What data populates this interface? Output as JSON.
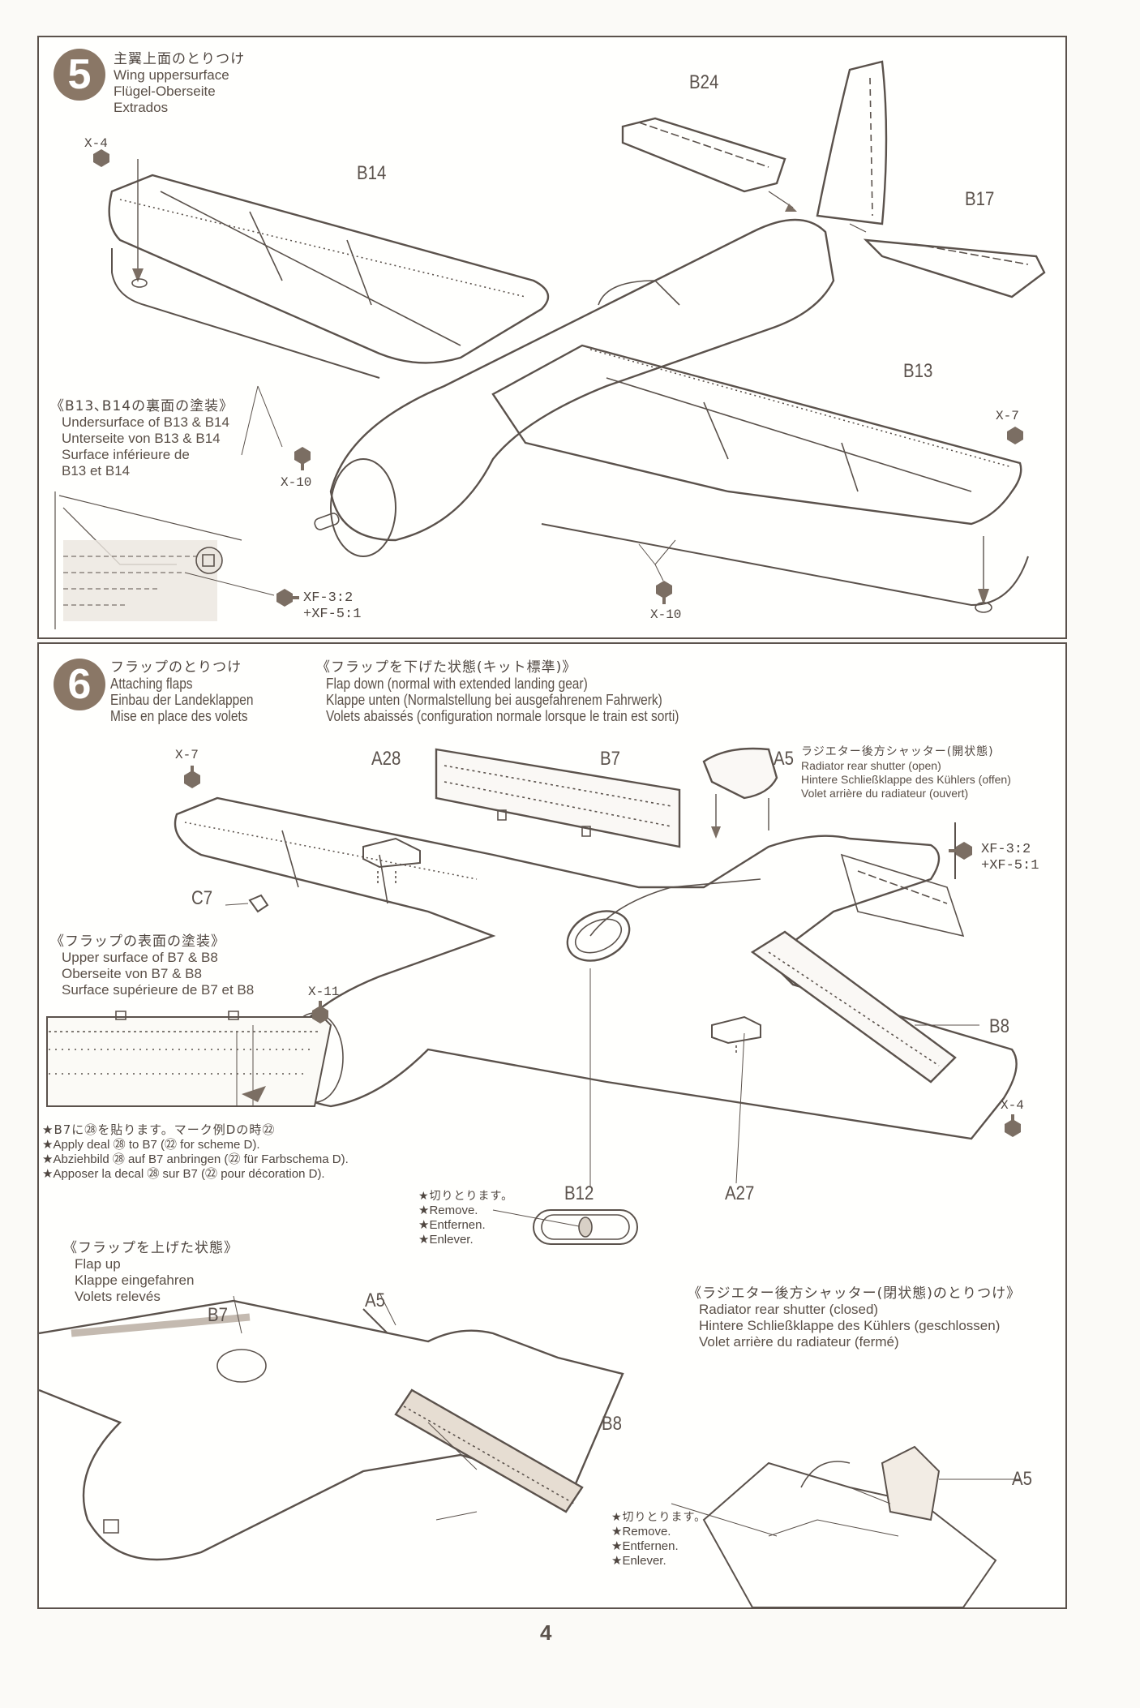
{
  "page_number": "4",
  "colors": {
    "badge": "#8a7766",
    "frame": "#5b524c",
    "paint_chip": "#7b6e63",
    "highlight": "#e6ddd2"
  },
  "step5": {
    "number": "5",
    "title_jp": "主翼上面のとりつけ",
    "title_en": "Wing uppersurface",
    "title_de": "Flügel-Oberseite",
    "title_fr": "Extrados",
    "part_labels": [
      "B24",
      "B14",
      "B17",
      "B13"
    ],
    "paint_codes": {
      "x4": "X-4",
      "x7": "X-7",
      "x10_left": "X-10",
      "x10_right": "X-10"
    },
    "underside_note": {
      "jp": "《B13､B14の裏面の塗装》",
      "en": "Undersurface of B13 & B14",
      "de": "Unterseite von B13 & B14",
      "fr1": "Surface inférieure de",
      "fr2": "B13 et B14",
      "mix1": "XF-3:2",
      "mix2": "+XF-5:1"
    }
  },
  "step6": {
    "number": "6",
    "title_jp": "フラップのとりつけ",
    "title_en": "Attaching flaps",
    "title_de": "Einbau der Landeklappen",
    "title_fr": "Mise en place des volets",
    "flap_down": {
      "jp": "《フラップを下げた状態(キット標準)》",
      "en": "Flap down (normal with extended landing gear)",
      "de": "Klappe unten (Normalstellung bei ausgefahrenem Fahrwerk)",
      "fr": "Volets abaissés (configuration normale lorsque le train est sorti)"
    },
    "radiator_open": {
      "jp": "ラジエター後方シャッター(開状態)",
      "en": "Radiator rear shutter (open)",
      "de": "Hintere Schließklappe des Kühlers (offen)",
      "fr": "Volet arrière du radiateur (ouvert)",
      "mix1": "XF-3:2",
      "mix2": "+XF-5:1"
    },
    "part_labels": {
      "a28": "A28",
      "b7": "B7",
      "a5": "A5",
      "c7": "C7",
      "b8": "B8",
      "b12": "B12",
      "a27": "A27"
    },
    "paint_codes": {
      "x7": "X-7",
      "x11": "X-11",
      "x4": "X-4"
    },
    "flap_paint_note": {
      "jp": "《フラップの表面の塗装》",
      "en": "Upper surface of B7 & B8",
      "de": "Oberseite von B7 & B8",
      "fr": "Surface supérieure de B7 et B8"
    },
    "decal_note": {
      "jp": "★B7に㉘を貼ります。マーク例Dの時㉒",
      "en": "★Apply deal ㉘ to B7 (㉒ for scheme D).",
      "de": "★Abziehbild ㉘ auf B7 anbringen (㉒ für Farbschema D).",
      "fr": "★Apposer la decal ㉘ sur B7 (㉒ pour décoration D)."
    },
    "remove_note_1": {
      "jp": "★切りとります。",
      "en": "★Remove.",
      "de": "★Entfernen.",
      "fr": "★Enlever."
    },
    "flap_up": {
      "jp": "《フラップを上げた状態》",
      "en": "Flap up",
      "de": "Klappe eingefahren",
      "fr": "Volets relevés",
      "labels": {
        "b7": "B7",
        "a5": "A5",
        "b8": "B8"
      }
    },
    "remove_note_2": {
      "jp": "★切りとります。",
      "en": "★Remove.",
      "de": "★Entfernen.",
      "fr": "★Enlever."
    },
    "radiator_closed": {
      "jp": "《ラジエター後方シャッター(閉状態)のとりつけ》",
      "en": "Radiator rear shutter (closed)",
      "de": "Hintere Schließklappe des Kühlers (geschlossen)",
      "fr": "Volet arrière du radiateur (fermé)",
      "label": "A5"
    }
  }
}
